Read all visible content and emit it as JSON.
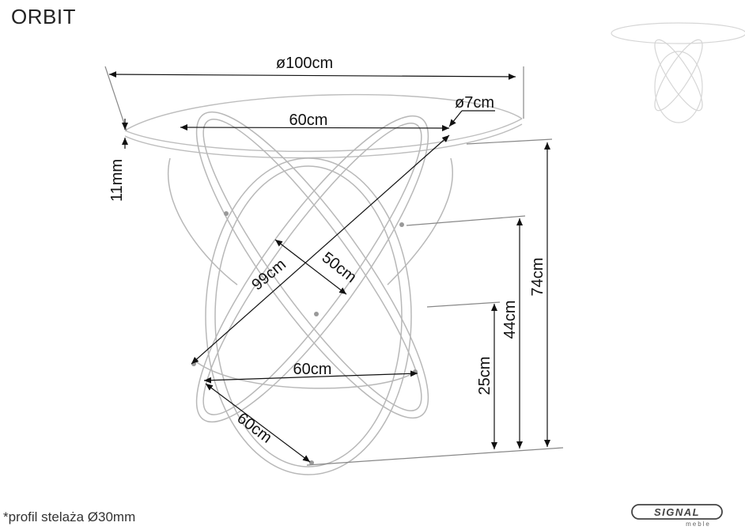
{
  "title": "ORBIT",
  "dimensions": {
    "top_diameter": "ø100cm",
    "tube_diameter": "ø7cm",
    "inner_width": "60cm",
    "glass_thickness": "11mm",
    "diagonal_long": "99cm",
    "diagonal_short": "50cm",
    "base_width": "60cm",
    "base_depth": "60cm",
    "height_low": "25cm",
    "height_mid": "44cm",
    "height_total": "74cm"
  },
  "footnote": "*profil stelaża Ø30mm",
  "brand": {
    "name": "SIGNAL",
    "sub": "meble"
  }
}
